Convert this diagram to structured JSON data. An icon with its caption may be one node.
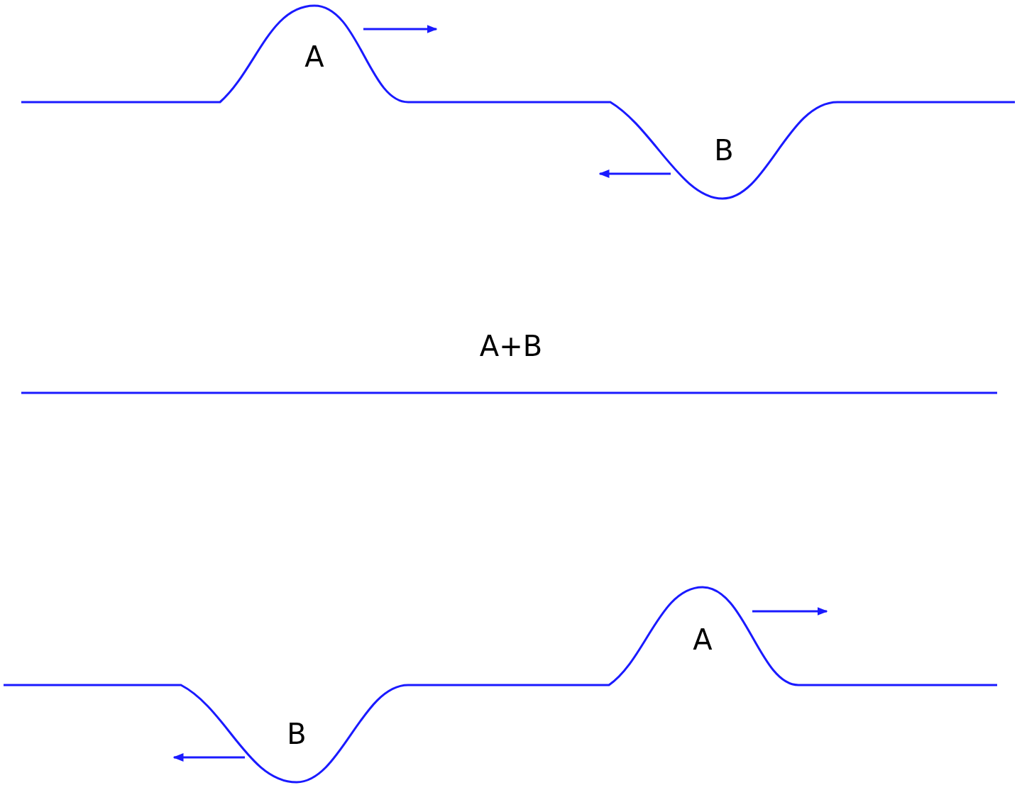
{
  "diagram": {
    "labels": [
      "A",
      "B",
      "A+B",
      "A",
      "B"
    ]
  }
}
